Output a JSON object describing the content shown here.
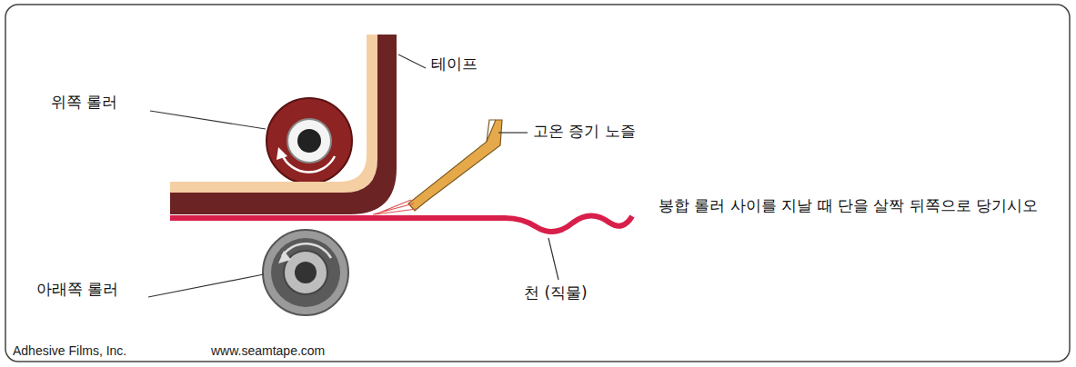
{
  "diagram": {
    "labels": [
      "테이프",
      "위쪽 롤러",
      "고온 증기 노즐",
      "봉합 롤러 사이를 지날 때 단을 살짝 뒤쪽으로 당기시오",
      "아래쪽 롤러",
      "천 (직물)",
      "Adhesive Films, Inc.",
      "www.seamtape.com"
    ]
  }
}
